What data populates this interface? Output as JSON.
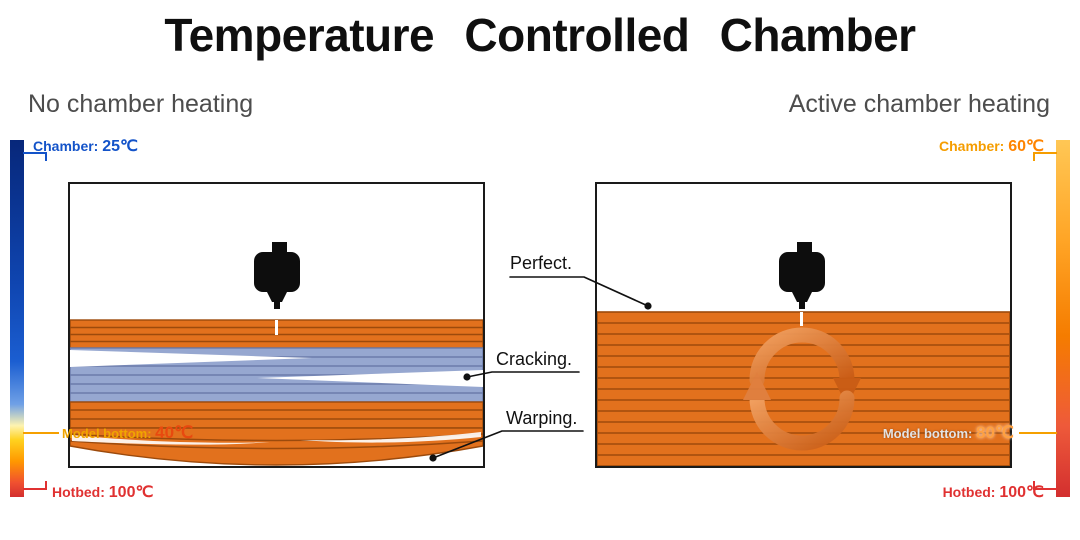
{
  "title": "Temperature Controlled Chamber",
  "left_panel": {
    "subtitle": "No chamber heating",
    "chamber_label": "Chamber: ",
    "chamber_value": "25℃",
    "model_bottom_label": "Model bottom: ",
    "model_bottom_value": "40℃",
    "hotbed_label": "Hotbed: ",
    "hotbed_value": "100℃"
  },
  "right_panel": {
    "subtitle": "Active chamber heating",
    "chamber_label": "Chamber: ",
    "chamber_value": "60℃",
    "model_bottom_label": "Model bottom: ",
    "model_bottom_value": "80℃",
    "hotbed_label": "Hotbed: ",
    "hotbed_value": "100℃"
  },
  "callouts": {
    "perfect": "Perfect.",
    "cracking": "Cracking.",
    "warping": "Warping."
  },
  "colors": {
    "cold_blue": "#1353c9",
    "hot_red": "#e03131",
    "warm_orange": "#f59d00",
    "layer_orange": "#e2711d",
    "layer_blue": "#96a7d0"
  }
}
